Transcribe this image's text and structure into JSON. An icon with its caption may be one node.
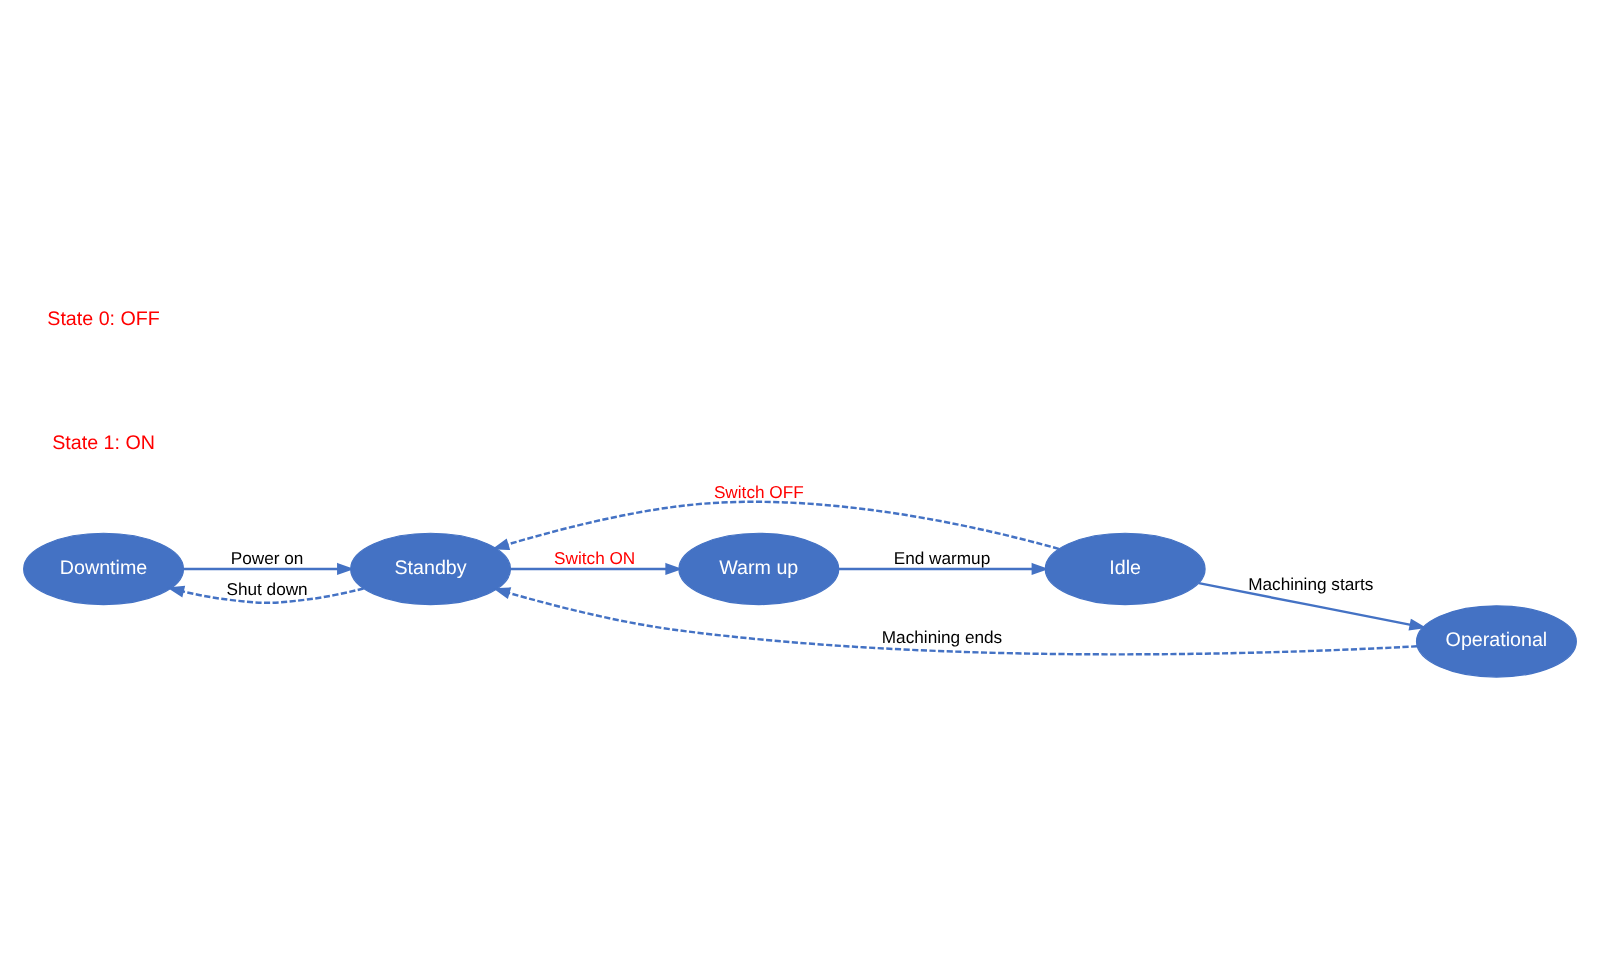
{
  "diagram": {
    "nodes": [
      {
        "text": [
          "Downtime"
        ]
      },
      {
        "text": [
          "Warm up"
        ]
      },
      {
        "text": [
          "Idle"
        ]
      },
      {
        "text": [
          "Standby"
        ]
      },
      {
        "text": [
          "Operational"
        ]
      }
    ],
    "edges": [
      {
        "from": 0,
        "to": 3,
        "arrow": "to",
        "label": "Power on"
      },
      {
        "from": 3,
        "to": 0,
        "arrow": "to",
        "label": "Shut down",
        "style": "dashed"
      },
      {
        "from": 3,
        "to": 1,
        "arrow": "to",
        "label": "Switch ON"
      },
      {
        "from": 1,
        "to": 2,
        "arrow": "to",
        "label": "End warmup"
      },
      {
        "from": 2,
        "to": 3,
        "arrow": "to",
        "label": "Switch OFF",
        "style": "dashed"
      },
      {
        "from": 2,
        "to": 4,
        "arrow": "to",
        "label": "Machining starts"
      },
      {
        "from": 4,
        "to": 3,
        "arrow": "to",
        "label": "Machining ends",
        "style": "dashed"
      }
    ],
    "labels": [
      "State 1: ON",
      "State 0: OFF"
    ]
  }
}
